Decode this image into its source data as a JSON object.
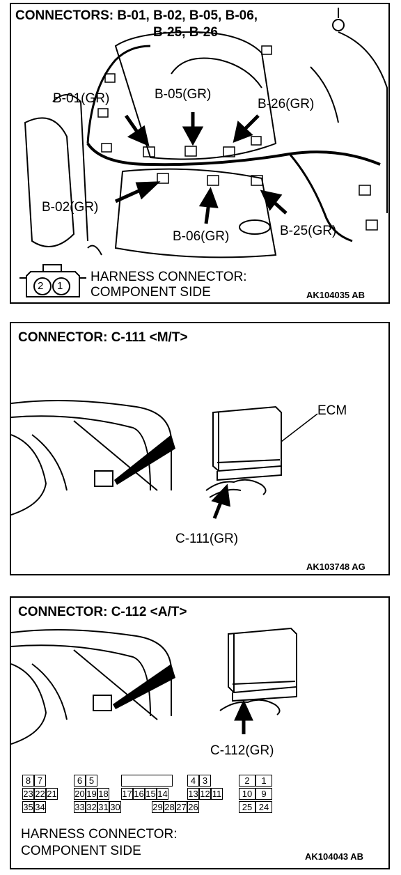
{
  "panel1": {
    "title_line1": "CONNECTORS: B-01, B-02, B-05, B-06,",
    "title_line2": "B-25, B-26",
    "labels": {
      "b01": "B-01(GR)",
      "b05": "B-05(GR)",
      "b26": "B-26(GR)",
      "b02": "B-02(GR)",
      "b06": "B-06(GR)",
      "b25": "B-25(GR)"
    },
    "pin_numbers": [
      "2",
      "1"
    ],
    "harness_line1": "HARNESS CONNECTOR:",
    "harness_line2": "COMPONENT SIDE",
    "code": "AK104035 AB"
  },
  "panel2": {
    "title": "CONNECTOR: C-111 <M/T>",
    "ecm_label": "ECM",
    "connector_label": "C-111(GR)",
    "code": "AK103748 AG"
  },
  "panel3": {
    "title": "CONNECTOR: C-112 <A/T>",
    "connector_label": "C-112(GR)",
    "pins_top": [
      "8",
      "7",
      "6",
      "5",
      "4",
      "3",
      "2",
      "1"
    ],
    "pins_mid": [
      "23",
      "22",
      "21",
      "20",
      "19",
      "18",
      "17",
      "16",
      "15",
      "14",
      "13",
      "12",
      "11",
      "10",
      "9"
    ],
    "pins_bot": [
      "35",
      "34",
      "33",
      "32",
      "31",
      "30",
      "29",
      "28",
      "27",
      "26",
      "25",
      "24"
    ],
    "harness_line1": "HARNESS CONNECTOR:",
    "harness_line2": "COMPONENT SIDE",
    "code": "AK104043 AB"
  }
}
